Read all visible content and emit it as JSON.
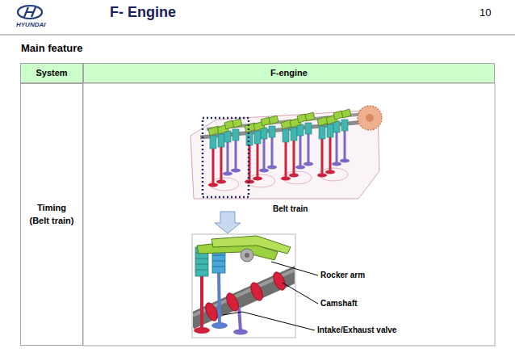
{
  "diagram": {
    "title": "F- Engine",
    "nodes": [
      {
        "text": [
          "System"
        ]
      },
      {
        "text": [
          "F-engine"
        ]
      },
      {
        "text": [
          "Timing (Belt train)"
        ]
      }
    ],
    "labels": [
      "HYUNDAI",
      "10",
      "Main feature",
      "Belt train",
      "Rocker arm",
      "Camshaft",
      "Intake/Exhaust valve"
    ]
  }
}
